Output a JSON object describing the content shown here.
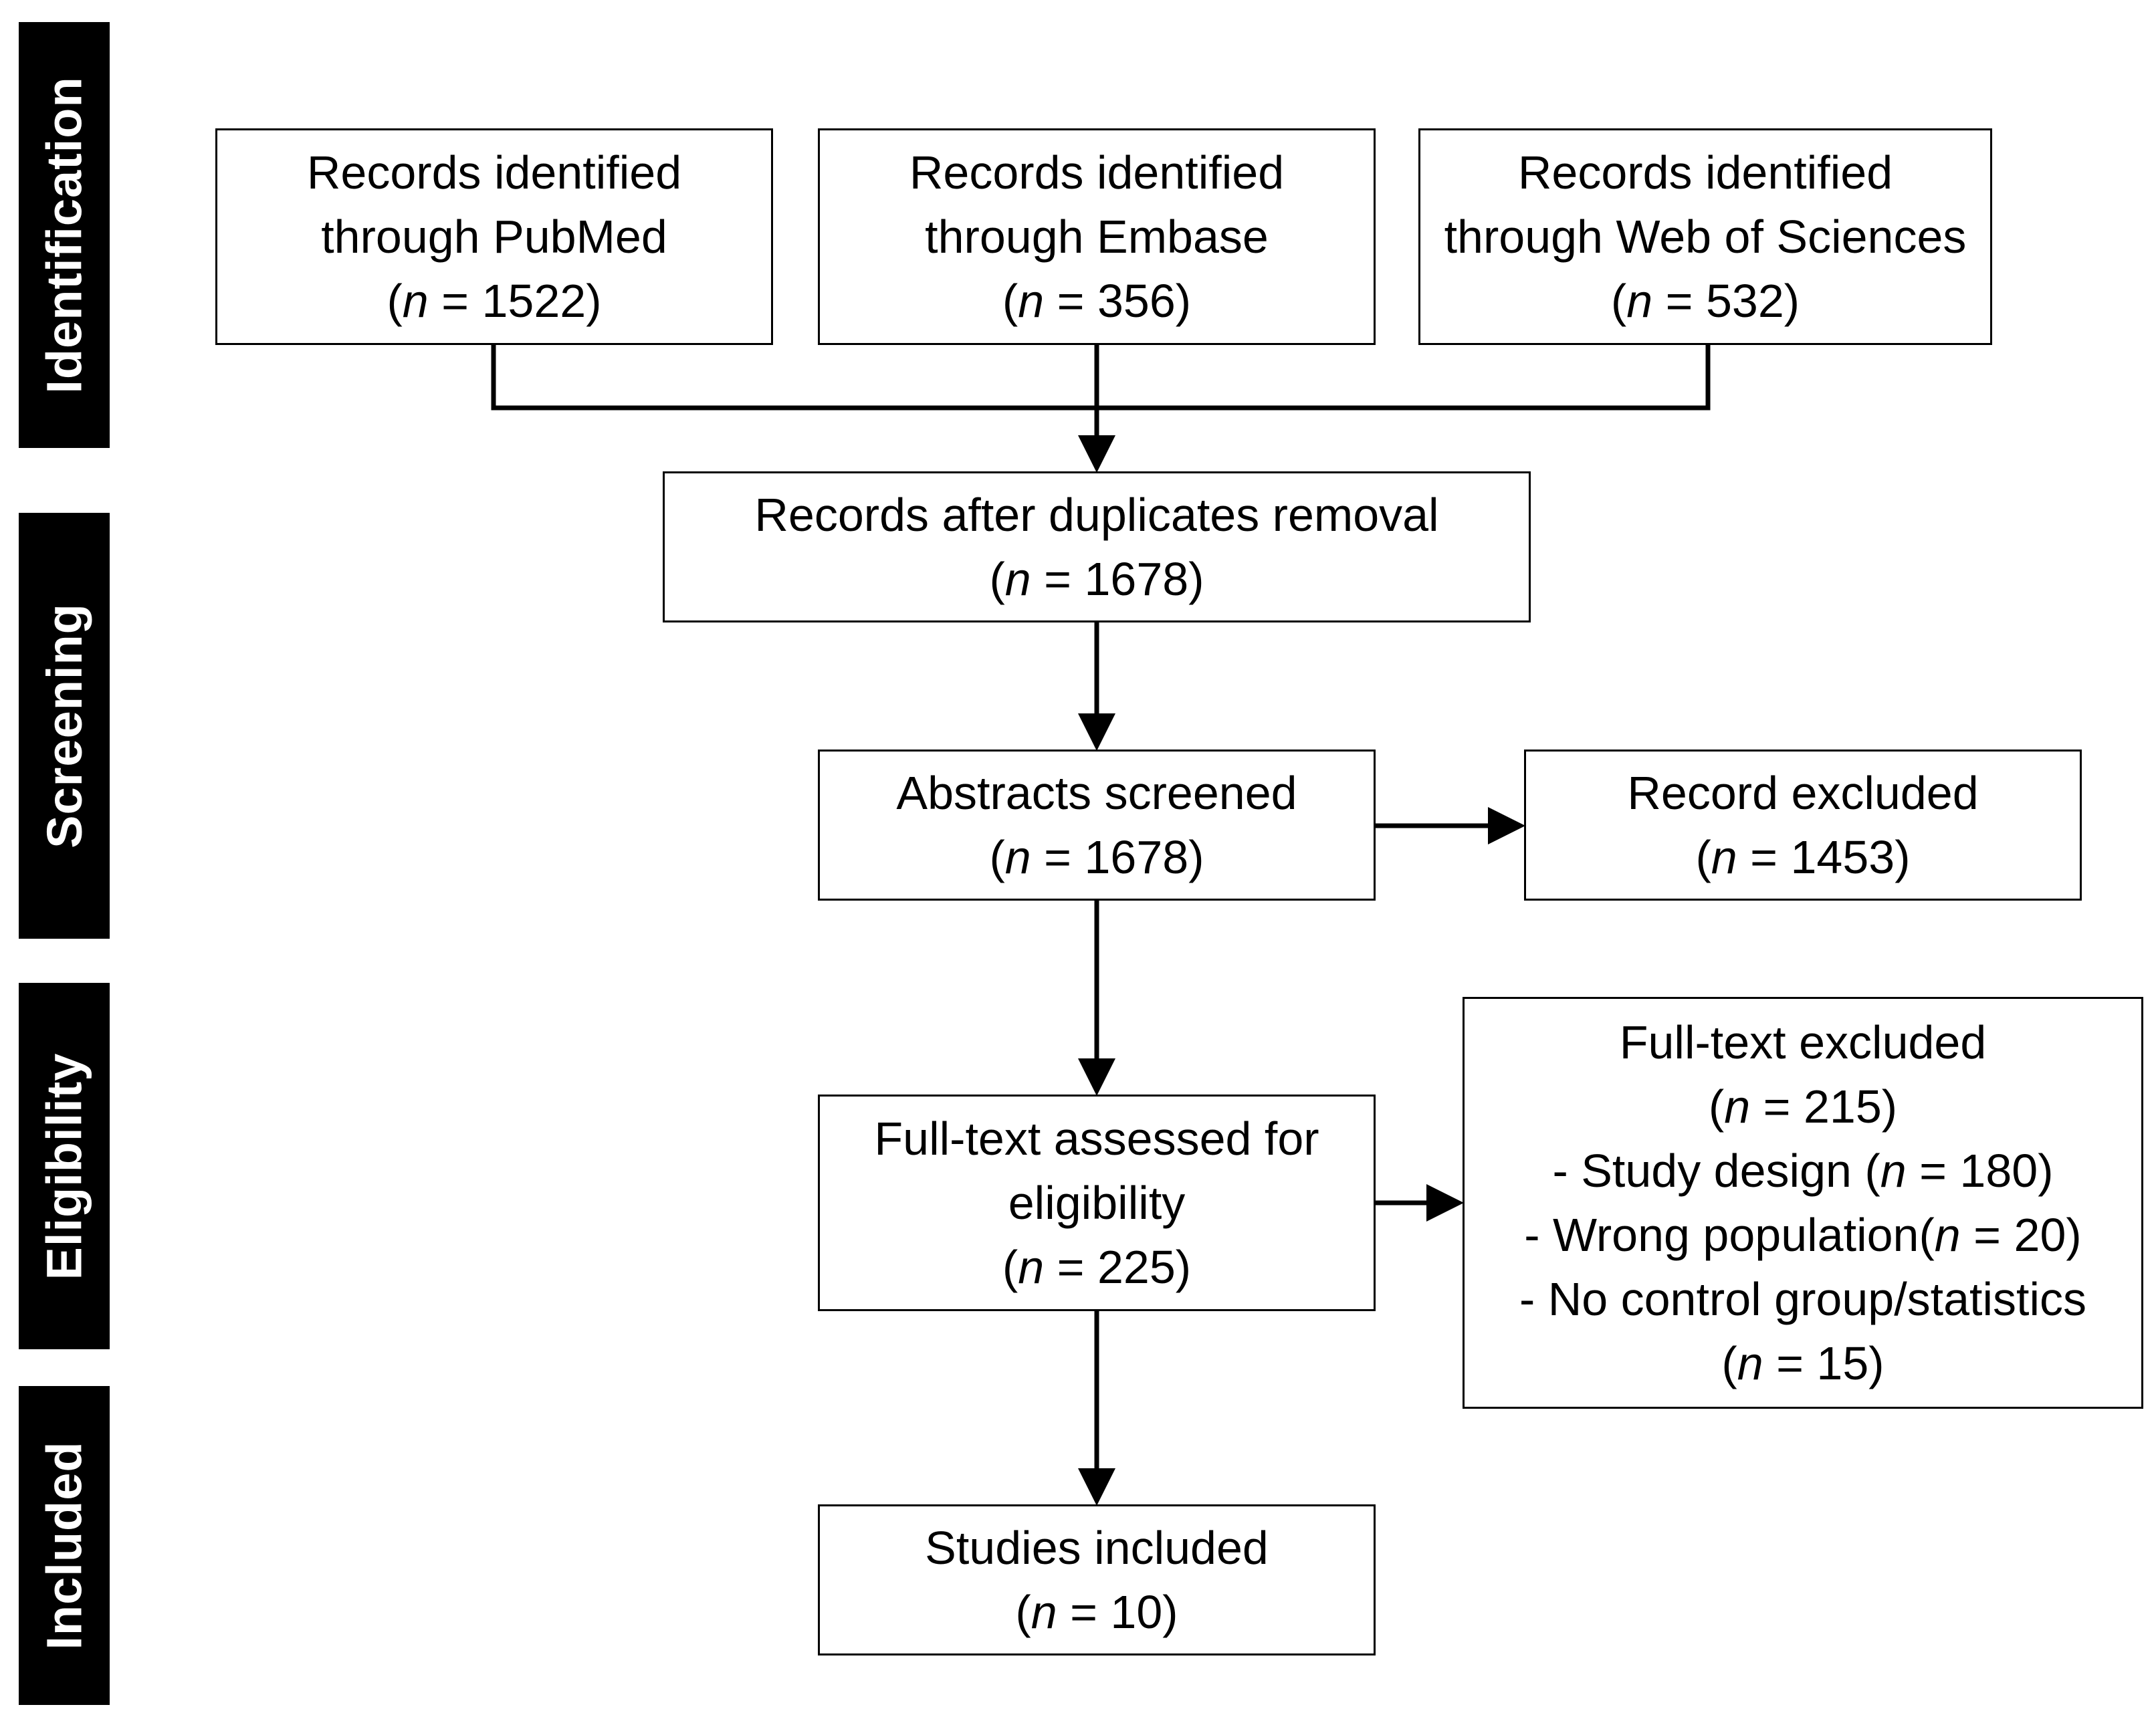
{
  "stages": {
    "identification": "Identification",
    "screening": "Screening",
    "eligibility": "Eligibility",
    "included": "Included"
  },
  "boxes": {
    "pubmed": {
      "line1": "Records identified",
      "line2": "through PubMed",
      "count": "1522"
    },
    "embase": {
      "line1": "Records identified",
      "line2": "through Embase",
      "count": "356"
    },
    "wos": {
      "line1": "Records identified",
      "line2": "through Web of Sciences",
      "count": "532"
    },
    "dedup": {
      "line1": "Records after duplicates removal",
      "count": "1678"
    },
    "abstracts": {
      "line1": "Abstracts screened",
      "count": "1678"
    },
    "record_excluded": {
      "line1": "Record excluded",
      "count": "1453"
    },
    "fulltext": {
      "line1": "Full-text assessed for",
      "line2": "eligibility",
      "count": "225"
    },
    "fulltext_excluded": {
      "line1": "Full-text excluded",
      "count": "215",
      "reason1_label": "- Study design (",
      "reason1_count": "180",
      "reason2_label": "- Wrong population(",
      "reason2_count": "20",
      "reason3_label": "- No control group/statistics",
      "reason3_count": "15"
    },
    "included": {
      "line1": "Studies included",
      "count": "10"
    }
  },
  "symbols": {
    "n": "n",
    "eq": " = "
  }
}
